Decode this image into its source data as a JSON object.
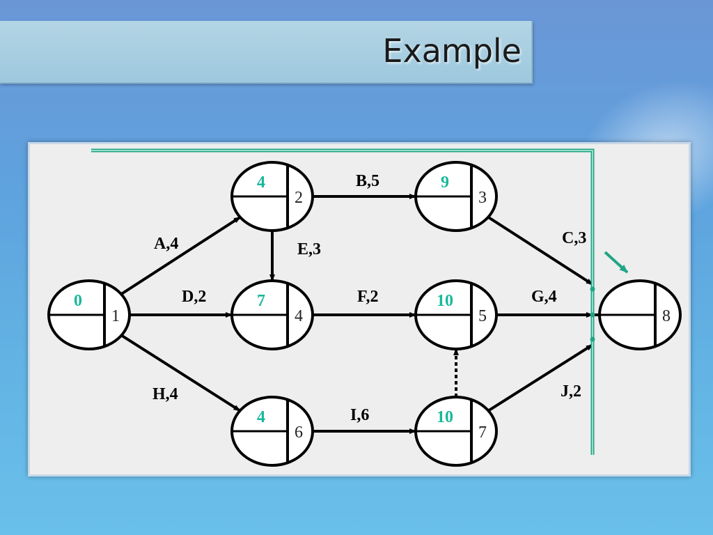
{
  "slide": {
    "title": "Example"
  },
  "colors": {
    "earliest_time": "#19b89a",
    "cut_line": "#1fa584",
    "node_stroke": "#000000",
    "node_fill": "#ffffff"
  },
  "nodes": [
    {
      "id": "1",
      "label": "1",
      "early": "0"
    },
    {
      "id": "2",
      "label": "2",
      "early": "4"
    },
    {
      "id": "3",
      "label": "3",
      "early": "9"
    },
    {
      "id": "4",
      "label": "4",
      "early": "7"
    },
    {
      "id": "5",
      "label": "5",
      "early": "10"
    },
    {
      "id": "6",
      "label": "6",
      "early": "4"
    },
    {
      "id": "7",
      "label": "7",
      "early": "10"
    },
    {
      "id": "8",
      "label": "8",
      "early": ""
    }
  ],
  "activities": [
    {
      "from": "1",
      "to": "2",
      "label": "A,4",
      "dummy": false
    },
    {
      "from": "1",
      "to": "4",
      "label": "D,2",
      "dummy": false
    },
    {
      "from": "1",
      "to": "6",
      "label": "H,4",
      "dummy": false
    },
    {
      "from": "2",
      "to": "3",
      "label": "B,5",
      "dummy": false
    },
    {
      "from": "2",
      "to": "4",
      "label": "E,3",
      "dummy": false
    },
    {
      "from": "4",
      "to": "5",
      "label": "F,2",
      "dummy": false
    },
    {
      "from": "6",
      "to": "7",
      "label": "I,6",
      "dummy": false
    },
    {
      "from": "3",
      "to": "8",
      "label": "C,3",
      "dummy": false
    },
    {
      "from": "5",
      "to": "8",
      "label": "G,4",
      "dummy": false
    },
    {
      "from": "7",
      "to": "8",
      "label": "J,2",
      "dummy": false
    },
    {
      "from": "7",
      "to": "5",
      "label": "",
      "dummy": true
    }
  ]
}
